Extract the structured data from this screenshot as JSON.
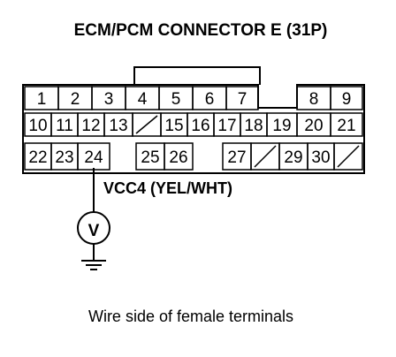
{
  "diagram": {
    "title": "ECM/PCM CONNECTOR E (31P)",
    "caption": "Wire side of female terminals",
    "signal_label": "VCC4 (YEL/WHT)",
    "meter_symbol": "V",
    "rows": [
      [
        "1",
        "2",
        "3",
        "4",
        "5",
        "6",
        "7",
        "",
        "8",
        "9"
      ],
      [
        "10",
        "11",
        "12",
        "13",
        "/",
        "15",
        "16",
        "17",
        "18",
        "19",
        "20",
        "21"
      ],
      [
        "22",
        "23",
        "24",
        "",
        "25",
        "26",
        "",
        "27",
        "/",
        "29",
        "30",
        "/"
      ]
    ],
    "probed_terminal": "24"
  }
}
